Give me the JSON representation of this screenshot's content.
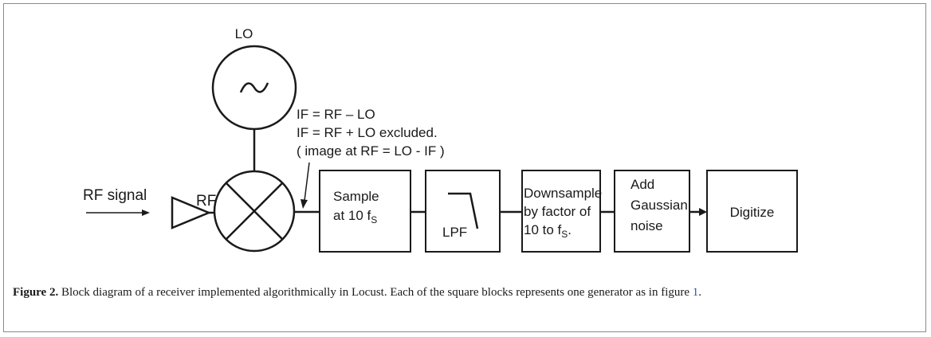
{
  "diagram": {
    "lo_label": "LO",
    "rf_input_label": "RF signal",
    "rf_port_label": "RF",
    "if_note": [
      "IF = RF – LO",
      "IF = RF + LO excluded.",
      "( image at RF = LO - IF )"
    ],
    "blocks": {
      "sample": {
        "line1": "Sample",
        "line2_prefix": "at 10 f",
        "line2_sub": "S"
      },
      "lpf": {
        "label": "LPF"
      },
      "downsample": {
        "line1": "Downsample",
        "line2": "by factor of",
        "line3_prefix": "10 to f",
        "line3_sub": "S",
        "line3_suffix": "."
      },
      "noise": {
        "line1": "Add",
        "line2": "Gaussian",
        "line3": "noise"
      },
      "digitize": {
        "label": "Digitize"
      }
    }
  },
  "caption": {
    "label": "Figure 2.",
    "text": " Block diagram of a receiver implemented algorithmically in Locust. Each of the square blocks represents one generator as in figure ",
    "ref": "1",
    "end": "."
  }
}
